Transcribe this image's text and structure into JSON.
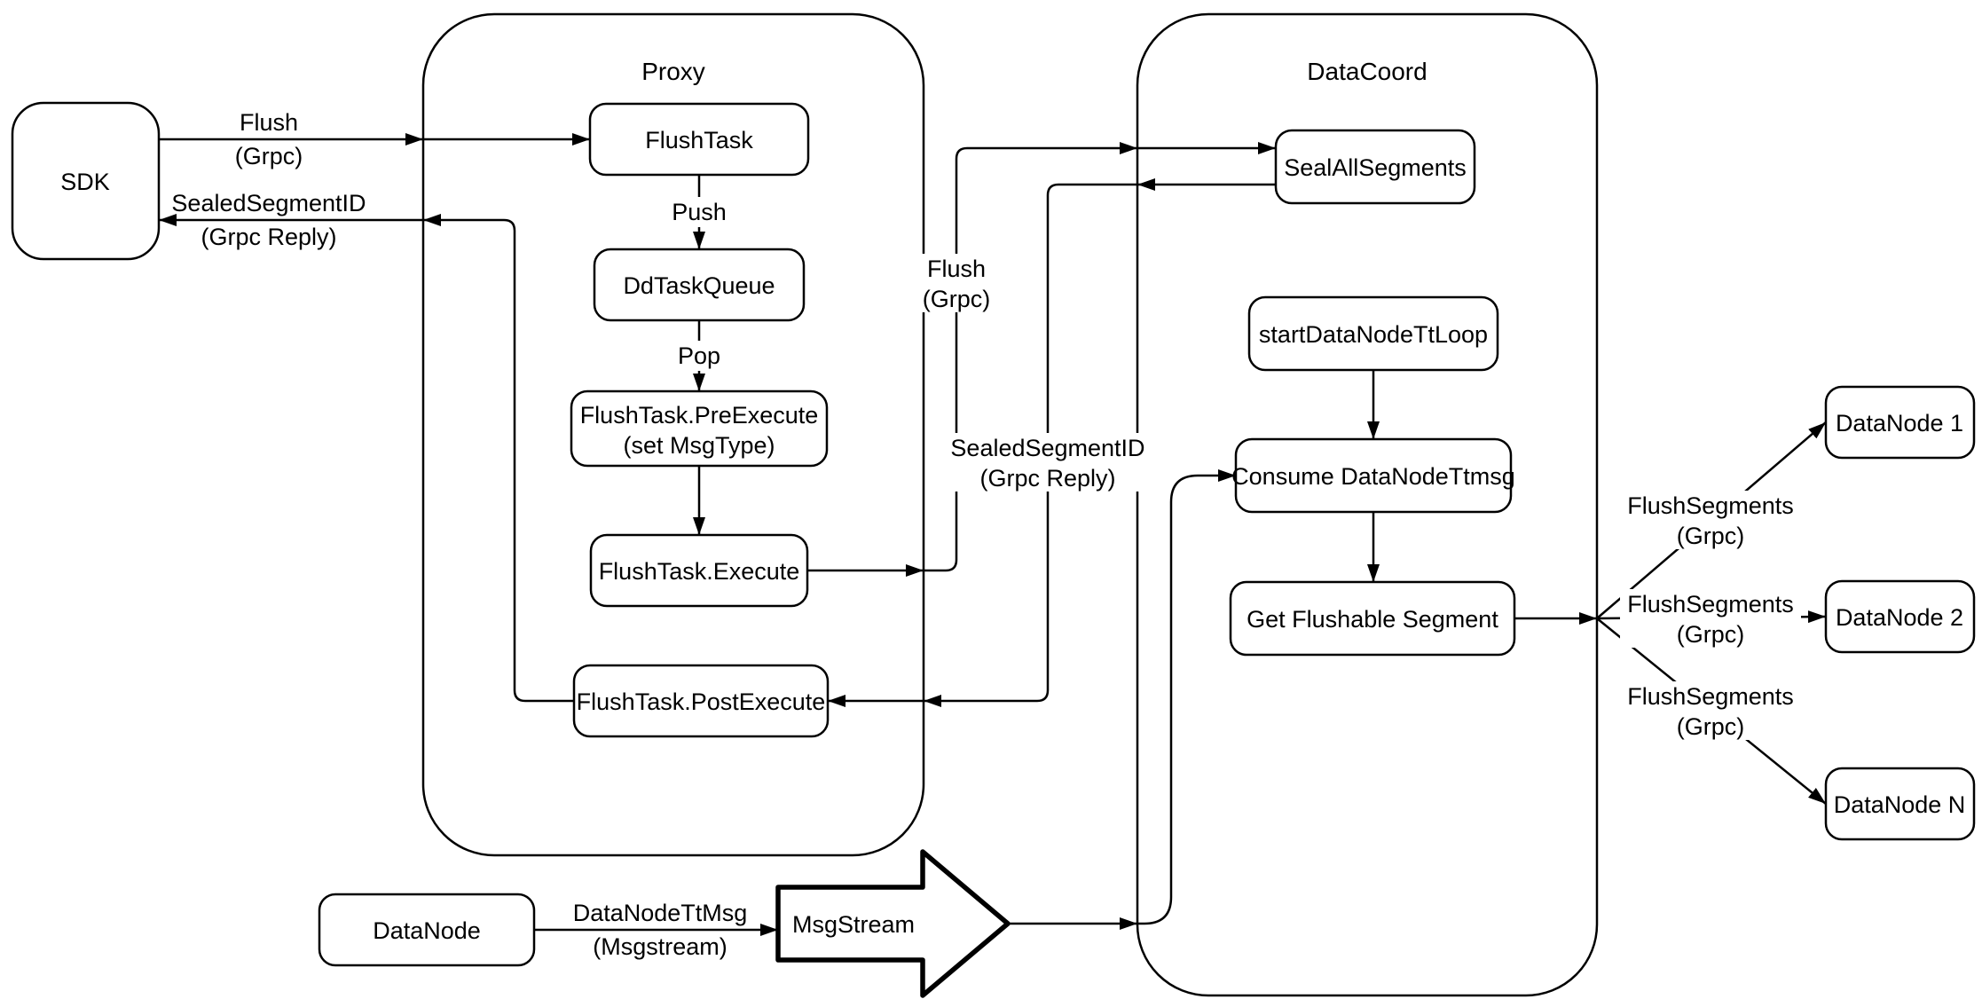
{
  "diagram": {
    "background": "#ffffff",
    "line_color": "#000000",
    "node_fill": "#ffffff",
    "containers": {
      "proxy": {
        "label": "Proxy"
      },
      "datacoord": {
        "label": "DataCoord"
      }
    },
    "nodes": {
      "sdk": {
        "label": "SDK"
      },
      "flush_task": {
        "label": "FlushTask"
      },
      "dd_task_queue": {
        "label": "DdTaskQueue"
      },
      "pre_execute": {
        "label": "FlushTask.PreExecute",
        "sublabel": "(set MsgType)"
      },
      "execute": {
        "label": "FlushTask.Execute"
      },
      "post_execute": {
        "label": "FlushTask.PostExecute"
      },
      "seal_all_segments": {
        "label": "SealAllSegments"
      },
      "start_datanode_tt_loop": {
        "label": "startDataNodeTtLoop"
      },
      "consume_datanode_ttmsg": {
        "label": "Consume DataNodeTtmsg"
      },
      "get_flushable_segment": {
        "label": "Get Flushable Segment"
      },
      "datanode_1": {
        "label": "DataNode 1"
      },
      "datanode_2": {
        "label": "DataNode 2"
      },
      "datanode_n": {
        "label": "DataNode N"
      },
      "datanode": {
        "label": "DataNode"
      },
      "msgstream": {
        "label": "MsgStream"
      }
    },
    "edge_labels": {
      "flush_sdk_proxy": {
        "line1": "Flush",
        "line2": "(Grpc)"
      },
      "sealed_proxy_sdk": {
        "line1": "SealedSegmentID",
        "line2": "(Grpc Reply)"
      },
      "push": {
        "label": "Push"
      },
      "pop": {
        "label": "Pop"
      },
      "flush_proxy_datacoord": {
        "line1": "Flush",
        "line2": "(Grpc)"
      },
      "sealed_datacoord_proxy": {
        "line1": "SealedSegmentID",
        "line2": "(Grpc Reply)"
      },
      "flush_segments_1": {
        "line1": "FlushSegments",
        "line2": "(Grpc)"
      },
      "flush_segments_2": {
        "line1": "FlushSegments",
        "line2": "(Grpc)"
      },
      "flush_segments_3": {
        "line1": "FlushSegments",
        "line2": "(Grpc)"
      },
      "datanode_ttmsg": {
        "line1": "DataNodeTtMsg",
        "line2": "(Msgstream)"
      }
    }
  }
}
